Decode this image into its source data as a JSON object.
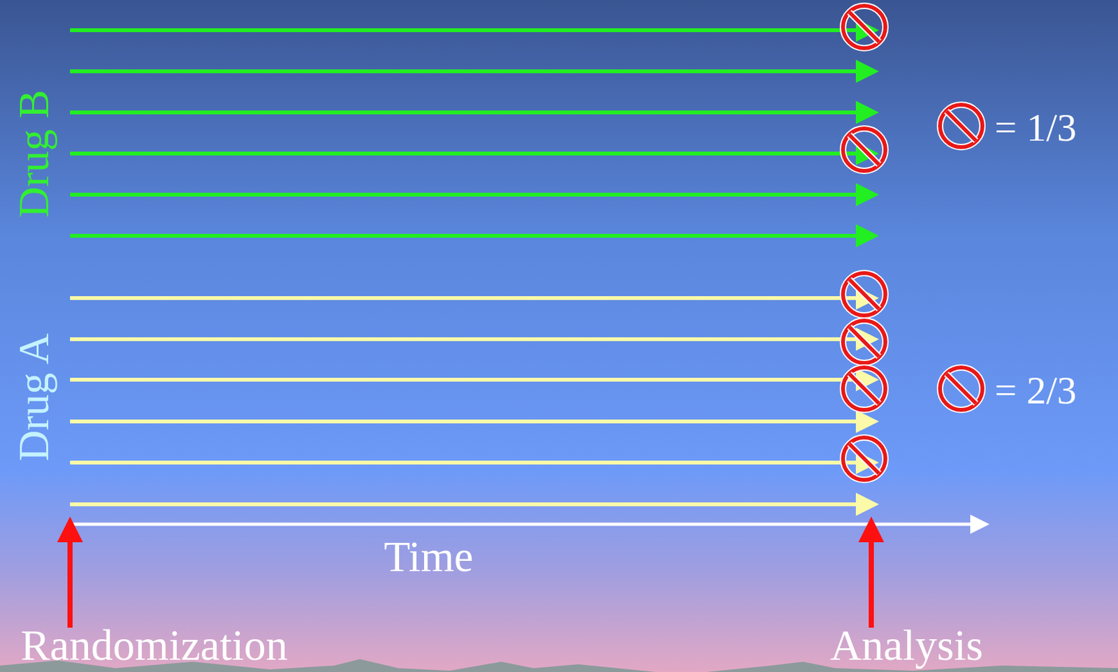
{
  "diagram": {
    "labels": [
      "Drug B",
      "Drug A",
      "= 1/3",
      "= 2/3",
      "Time",
      "Randomization",
      "Analysis"
    ]
  }
}
